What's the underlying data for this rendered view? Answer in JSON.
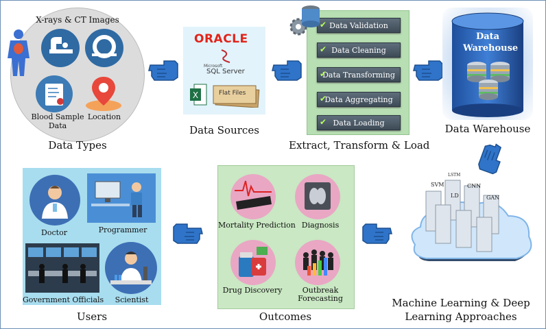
{
  "data_types": {
    "caption": "Data Types",
    "xray_label": "X-rays & CT Images",
    "blood_label": "Blood Sample Data",
    "location_label": "Location"
  },
  "data_sources": {
    "caption": "Data Sources",
    "oracle": "ORACLE",
    "sql_small": "Microsoft",
    "sql": "SQL Server",
    "flat_files": "Flat Files"
  },
  "etl": {
    "caption": "Extract, Transform & Load",
    "steps": [
      "Data Validation",
      "Data Cleaning",
      "Data Transforming",
      "Data Aggregating",
      "Data Loading"
    ]
  },
  "warehouse": {
    "caption": "Data Warehouse",
    "label": "Data Warehouse"
  },
  "ml": {
    "caption_line1": "Machine Learning & Deep",
    "caption_line2": "Learning Approaches",
    "tags": [
      "SVM",
      "LSTM",
      "CNN",
      "LD",
      "GAN"
    ]
  },
  "outcomes": {
    "caption": "Outcomes",
    "items": [
      "Mortality Prediction",
      "Diagnosis",
      "Drug Discovery",
      "Outbreak Forecasting"
    ]
  },
  "users": {
    "caption": "Users",
    "items": [
      "Doctor",
      "Programmer",
      "Government Officials",
      "Scientist"
    ]
  },
  "colors": {
    "hand": "#2f74c9",
    "etl_bg": "#b7dfb3",
    "users_bg": "#a8ddef",
    "outcomes_bg": "#c9e8c3",
    "pink": "#e9a7c4"
  }
}
